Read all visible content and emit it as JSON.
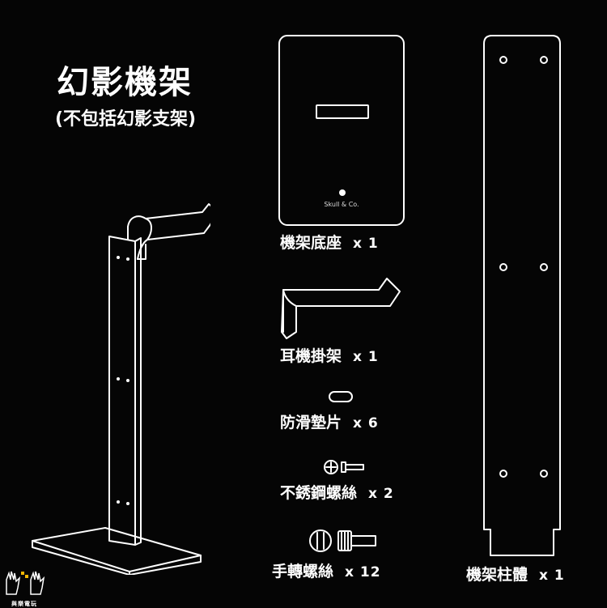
{
  "title": "幻影機架",
  "subtitle": "(不包括幻影支架)",
  "brand_mark": "Skull & Co.",
  "parts": [
    {
      "name": "機架底座",
      "qty": "x 1"
    },
    {
      "name": "耳機掛架",
      "qty": "x 1"
    },
    {
      "name": "防滑墊片",
      "qty": "x 6"
    },
    {
      "name": "不銹鋼螺絲",
      "qty": "x 2"
    },
    {
      "name": "手轉螺絲",
      "qty": "x 12"
    },
    {
      "name": "機架柱體",
      "qty": "x 1"
    }
  ],
  "logo_text": "與樂電玩",
  "colors": {
    "background": "#050505",
    "line": "#ffffff"
  }
}
